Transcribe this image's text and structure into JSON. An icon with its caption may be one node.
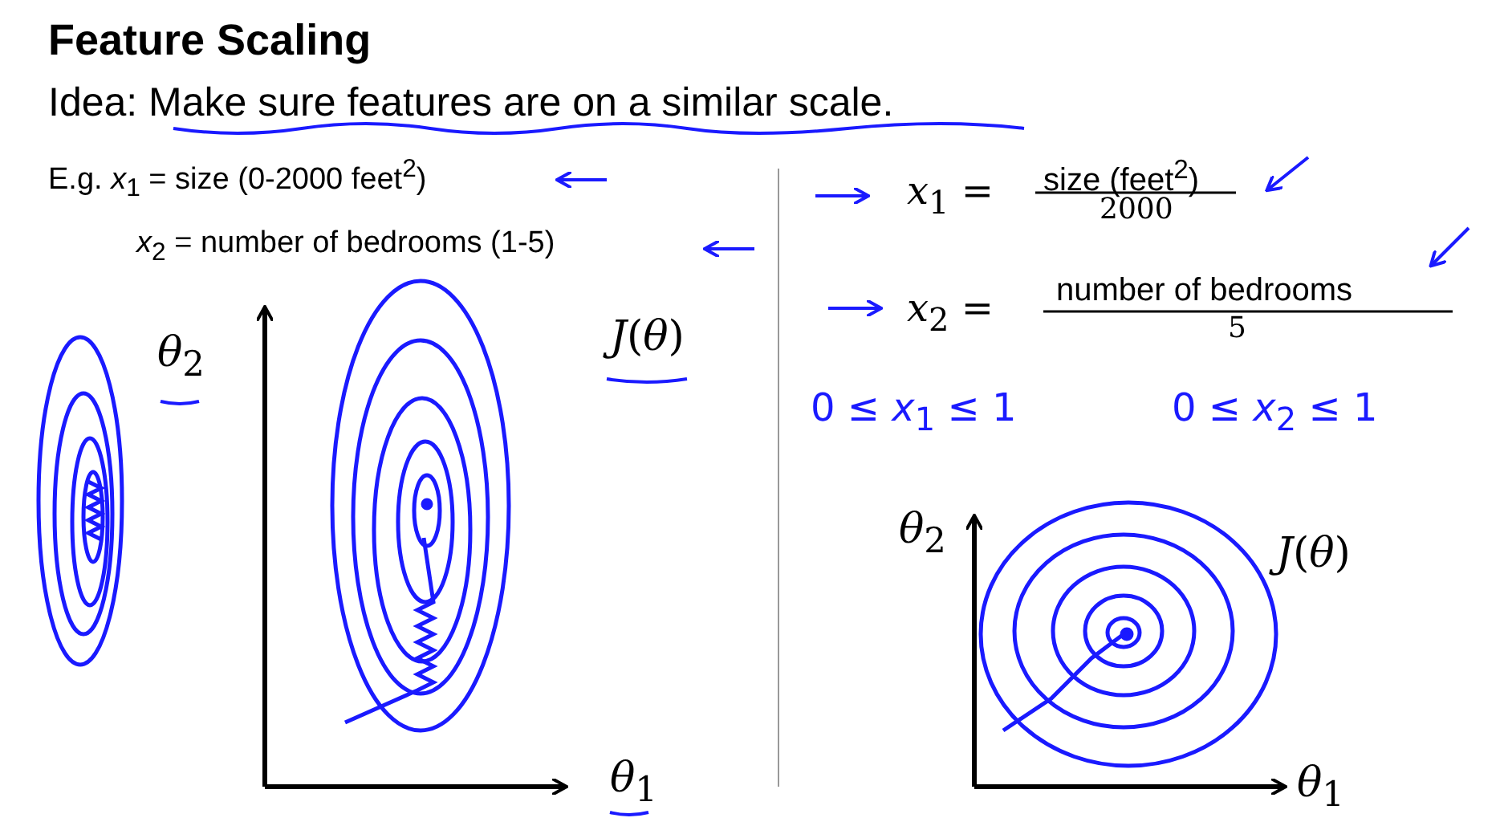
{
  "diagram": {
    "title": "Feature Scaling",
    "labels": [
      "Idea: Make sure features are on a similar scale.",
      "E.g. *x*$_{1}$ = size (0-2000 feet$^{2}$)",
      "*x*$_{2}$ = number of bedrooms (1-5)",
      "*θ*$_{2}$",
      "*J*(*θ*)",
      "*θ*$_{1}$",
      "*x*$_{1}$ =",
      "size (feet$^{2}$)",
      "2000",
      "*x*$_{2}$ =",
      "number of bedrooms",
      "5",
      "0 ≤ *x*$_{1}$ ≤ 1",
      "0 ≤ *x*$_{2}$ ≤ 1",
      "*θ*$_{2}$",
      "*J*(*θ*)",
      "*θ*$_{1}$"
    ]
  }
}
